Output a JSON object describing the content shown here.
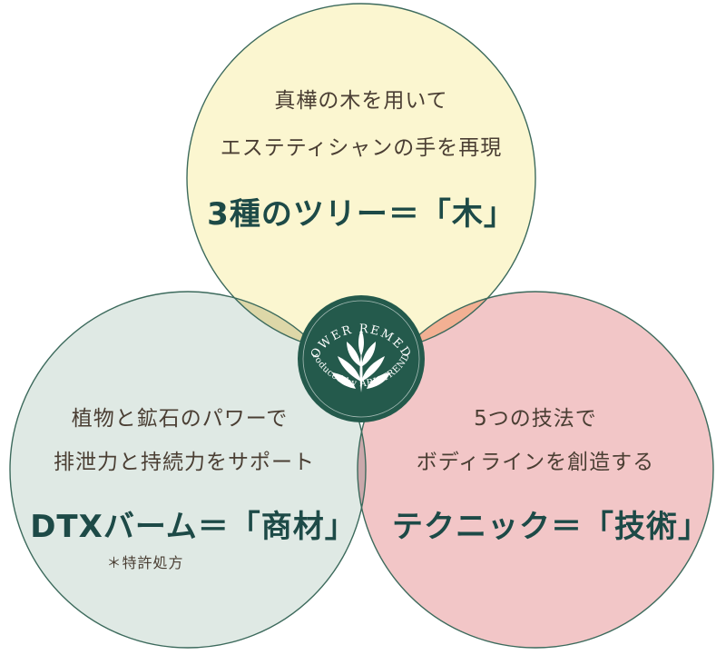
{
  "colors": {
    "top_circle": "#fbf6d0",
    "left_circle": "#dfe9e4",
    "right_circle": "#f2c6c7",
    "overlap_top_left": "#ddd7a8",
    "overlap_top_right": "#f2b093",
    "overlap_left_right": "#c9a8ab",
    "outline": "#3c6a5c",
    "heading_text": "#1d4a47",
    "body_text": "#4a3e33",
    "logo_bg": "#245a4c"
  },
  "top": {
    "line1": "真樺の木を用いて",
    "line2": "エステティシャンの手を再現",
    "heading": "3種のツリー＝「木」"
  },
  "left": {
    "line1": "植物と鉱石のパワーで",
    "line2": "排泄力と持続力をサポート",
    "heading": "DTXバーム＝「商材」",
    "note": "＊特許処方"
  },
  "right": {
    "line1": "5つの技法で",
    "line2": "ボディラインを創造する",
    "heading": "テクニック＝「技術」"
  },
  "logo": {
    "brand": "POWER REMEDY",
    "producer": "Produced by ARISTRENDY",
    "icon": "leaf-emblem-icon"
  }
}
